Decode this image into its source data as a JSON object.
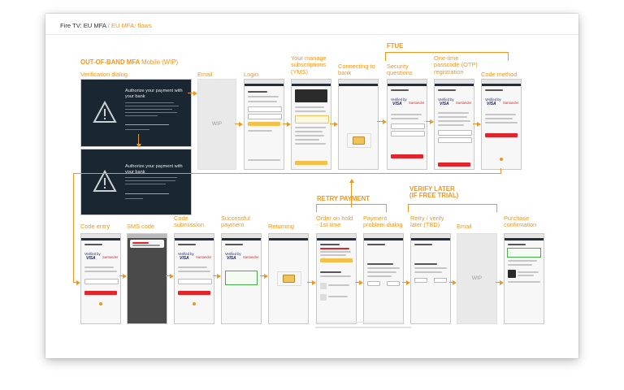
{
  "breadcrumb": {
    "project": "Fire TV: EU MFA",
    "separator": "/",
    "current": "EU MFA: flows"
  },
  "section": {
    "title_bold": "OUT-OF-BAND MFA",
    "title_light": "Mobile (WIP)"
  },
  "groups": {
    "ftue": "FTUE",
    "retry": "RETRY PAYMENT",
    "verify_1": "VERIFY LATER",
    "verify_2": "(IF FREE TRIAL)"
  },
  "labels": {
    "verification_dialog": "Verification dialog",
    "email": "Email",
    "login": "Login",
    "yms_1": "Your manage",
    "yms_2": "subscriptions",
    "yms_3": "(YMS)",
    "connecting_1": "Connecting to",
    "connecting_2": "bank",
    "security_1": "Security",
    "security_2": "questions",
    "otp_1": "One-time",
    "otp_2": "passcode (OTP)",
    "otp_3": "registration",
    "code_method": "Code method",
    "code_entry": "Code entry",
    "sms_code": "SMS code",
    "code_submission_1": "Code",
    "code_submission_2": "submission",
    "successful_1": "Successful",
    "successful_2": "payment",
    "returning": "Returning",
    "order_hold_1": "Order on hold",
    "order_hold_2": "- 1st time",
    "payment_problem_1": "Payment",
    "payment_problem_2": "problem dialog",
    "retry_verify_1": "Retry / verify",
    "retry_verify_2": "later (TBD)",
    "email_2": "Email",
    "purchase_1": "Purchase",
    "purchase_2": "confirmation"
  },
  "tv": {
    "dialog_1_l1": "Authorize your payment with",
    "dialog_1_l2": "your bank",
    "dialog_2_l1": "Authorize your payment with",
    "dialog_2_l2": "your bank"
  },
  "wip": "WIP",
  "brands": {
    "verified": "Verified by",
    "visa": "VISA",
    "santander": "Santander"
  },
  "colors": {
    "accent": "#f0961e",
    "dark_tv": "#1a2632",
    "error_red": "#e3242b",
    "success_green": "#43b049"
  }
}
